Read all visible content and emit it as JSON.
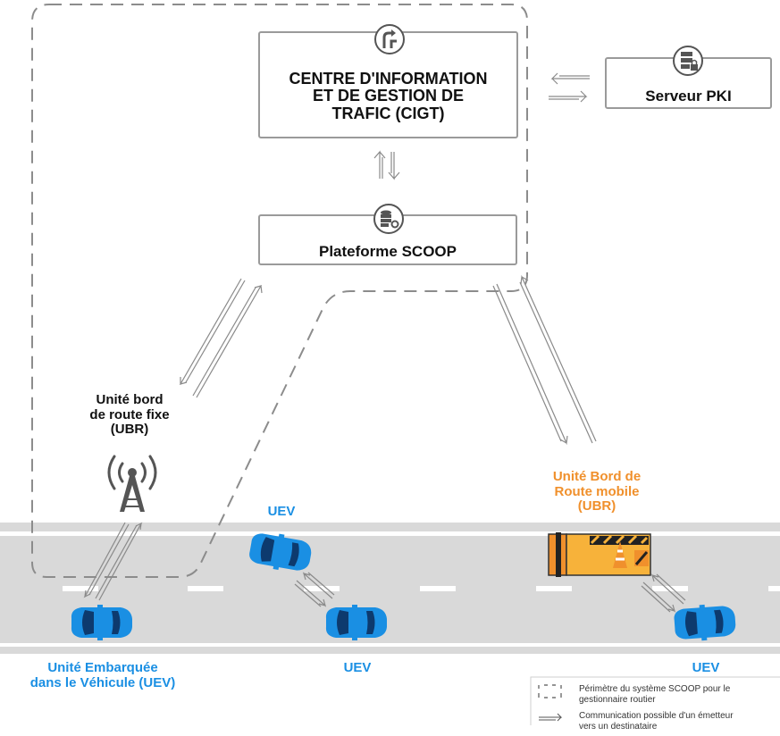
{
  "nodes": {
    "cigt": {
      "label_line1": "CENTRE D'INFORMATION",
      "label_line2": "ET DE GESTION DE",
      "label_line3": "TRAFIC (CIGT)"
    },
    "pki": {
      "label": "Serveur PKI"
    },
    "scoop": {
      "label": "Plateforme SCOOP"
    },
    "ubr_fixe": {
      "label_line1": "Unité bord",
      "label_line2": "de route fixe",
      "label_line3": "(UBR)"
    },
    "ubr_mobile": {
      "label_line1": "Unité Bord de",
      "label_line2": "Route mobile",
      "label_line3": "(UBR)"
    },
    "uev_top": {
      "label": "UEV"
    },
    "uev_bottom_middle": {
      "label": "UEV"
    },
    "uev_bottom_right": {
      "label": "UEV"
    },
    "uev_left": {
      "label_line1": "Unité Embarquée",
      "label_line2": "dans le Véhicule (UEV)"
    }
  },
  "legend": {
    "perimeter_line1": "Périmètre du système SCOOP pour le",
    "perimeter_line2": "gestionnaire routier",
    "communication_line1": "Communication possible d'un émetteur",
    "communication_line2": "vers un destinataire"
  },
  "colors": {
    "vehicle_blue": "#1a8fe3",
    "mobile_orange": "#f0902c",
    "road_grey": "#d9d9d9",
    "border_grey": "#9a9a9a"
  },
  "icons": {
    "cigt": "traffic-route-icon",
    "pki": "server-lock-icon",
    "scoop": "database-gear-icon",
    "ubr_fixe": "antenna-tower-icon",
    "vehicle": "car-icon",
    "mobile_unit": "roadwork-trailer-icon"
  }
}
